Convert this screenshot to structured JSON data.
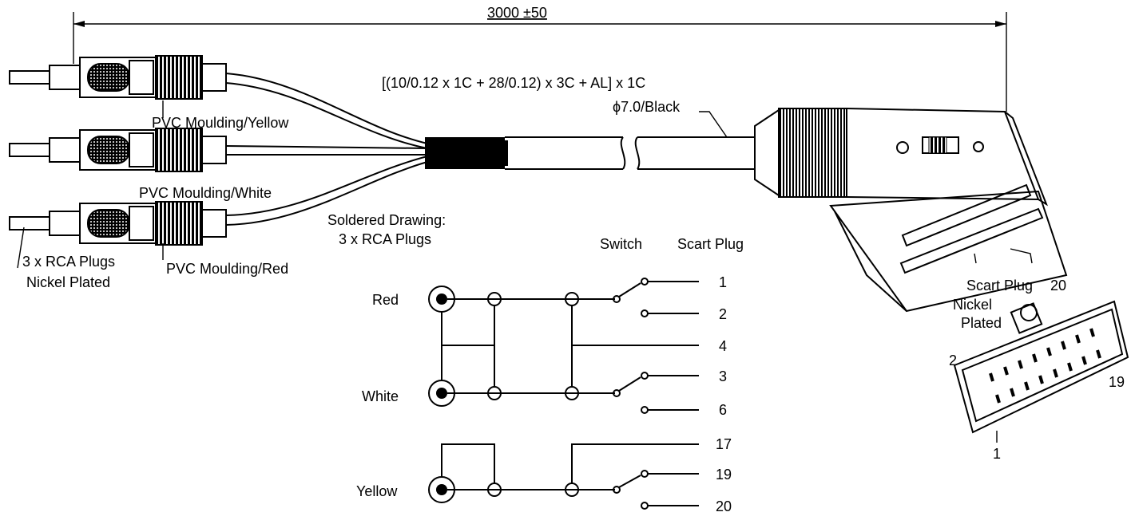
{
  "dimension": {
    "length": "3000 ±50"
  },
  "cable": {
    "spec_line1": "[(10/0.12 x 1C + 28/0.12) x 3C + AL] x 1C",
    "spec_line2": "ϕ7.0/Black"
  },
  "plugs": {
    "moulding_yellow": "PVC Moulding/Yellow",
    "moulding_white": "PVC Moulding/White",
    "moulding_red": "PVC Moulding/Red",
    "rca_line1": "3 x RCA Plugs",
    "rca_line2": "Nickel  Plated"
  },
  "scart": {
    "label": "Scart Plug",
    "nickel_line1": "Nickel",
    "nickel_line2": "Plated",
    "pin_20": "20",
    "pin_2": "2",
    "pin_19": "19",
    "pin_1": "1"
  },
  "soldered": {
    "title_line1": "Soldered Drawing:",
    "title_line2": "3 x RCA Plugs",
    "switch_header": "Switch",
    "scart_header": "Scart Plug",
    "rows": {
      "red": "Red",
      "white": "White",
      "yellow": "Yellow"
    },
    "pins": [
      "1",
      "2",
      "4",
      "3",
      "6",
      "17",
      "19",
      "20"
    ]
  }
}
